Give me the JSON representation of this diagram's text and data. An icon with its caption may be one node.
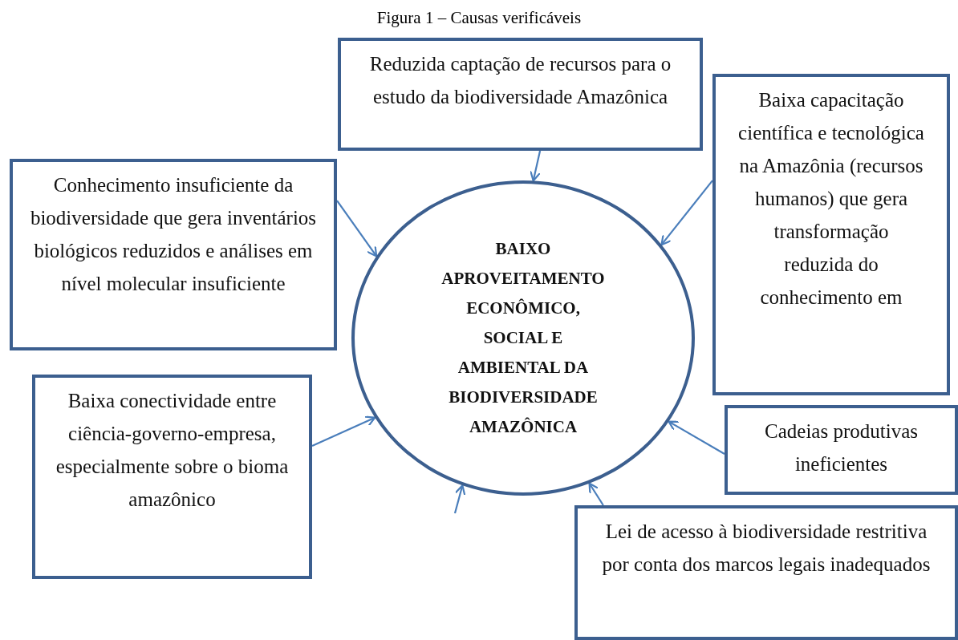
{
  "diagram": {
    "title": "Figura 1 – Causas verificáveis",
    "nodes": [
      {
        "text": [
          "Reduzida captação de recursos para o estudo da biodiversidade Amazônica"
        ]
      },
      {
        "text": [
          "Baixa capacitação científica e tecnológica na Amazônia (recursos humanos) que gera transformação reduzida do conhecimento em"
        ]
      },
      {
        "text": [
          "Conhecimento insuficiente da biodiversidade que gera inventários biológicos reduzidos e análises em nível molecular insuficiente"
        ]
      },
      {
        "text": [
          "BAIXO APROVEITAMENTO ECONÔMICO, SOCIAL E AMBIENTAL DA BIODIVERSIDADE AMAZÔNICA"
        ]
      },
      {
        "text": [
          "Baixa conectividade entre ciência-governo-empresa, especialmente sobre o bioma amazônico"
        ]
      },
      {
        "text": [
          "Cadeias produtivas ineficientes"
        ]
      },
      {
        "text": [
          "Lei de acesso à biodiversidade restritiva por conta dos marcos legais inadequados"
        ]
      }
    ],
    "edges": [
      {
        "from": 0,
        "to": 3,
        "arrow": "to"
      },
      {
        "from": 2,
        "to": 3,
        "arrow": "to"
      },
      {
        "from": 1,
        "to": 3,
        "arrow": "to"
      },
      {
        "from": 4,
        "to": 3,
        "arrow": "to"
      },
      {
        "from": null,
        "to": 3,
        "arrow": "to"
      },
      {
        "from": 5,
        "to": 3,
        "arrow": "to"
      },
      {
        "from": 6,
        "to": 3,
        "arrow": "to"
      }
    ]
  }
}
